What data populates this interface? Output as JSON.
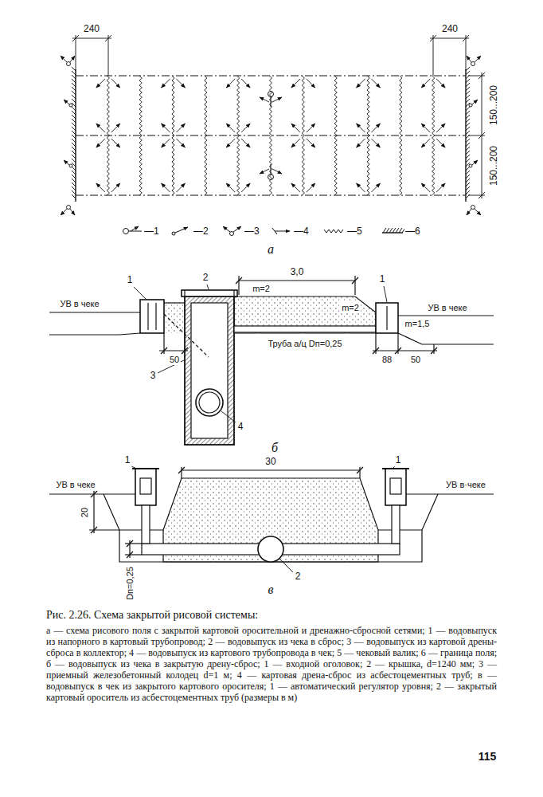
{
  "diagram": {
    "title": "Рис. 2.26. Схема закрытой рисовой системы:",
    "caption": "а — схема рисового поля с закрытой картовой оросительной и дренажно-сбросной сетями; 1 — водовыпуск из напорного в картовый трубопровод; 2 — водовыпуск из чека в сброс; 3 — водовыпуск из картовой дрены-сброса в коллектор; 4 — водовыпуск из картового трубопровода в чек; 5 — чековый валик; 6 — граница поля; б — водовыпуск из чека в закрытую дрену-сброс; 1 — входной оголовок; 2 — крышка, d=1240 мм; 3 — приемный железобетонный колодец d=1 м; 4 — картовая дрена-сброс из асбестоцементных труб; в — водовыпуск в чек из закрытого картового оросителя; 1 — автоматический регулятор уровня; 2 — закрытый картовый ороситель из асбестоцементных труб (размеры в м)",
    "labels": [
      "240",
      "240",
      "150...200",
      "150...200",
      "а",
      "1",
      "2",
      "3,0",
      "m=2",
      "m=2",
      "1",
      "УВ в чеке",
      "УВ в чеке",
      "m=1,5",
      "50",
      "Труба а/ц Dп=0,25",
      "88",
      "50",
      "3",
      "4",
      "б",
      "1",
      "1",
      "30",
      "УВ в чеке",
      "УВ в·чеке",
      "20",
      "Dп=0,25",
      "в",
      "2",
      "115"
    ],
    "legend": [
      {
        "text": "—1"
      },
      {
        "text": "—2"
      },
      {
        "text": "—3"
      },
      {
        "text": "—4"
      },
      {
        "text": "—5"
      },
      {
        "text": "—6"
      }
    ]
  }
}
